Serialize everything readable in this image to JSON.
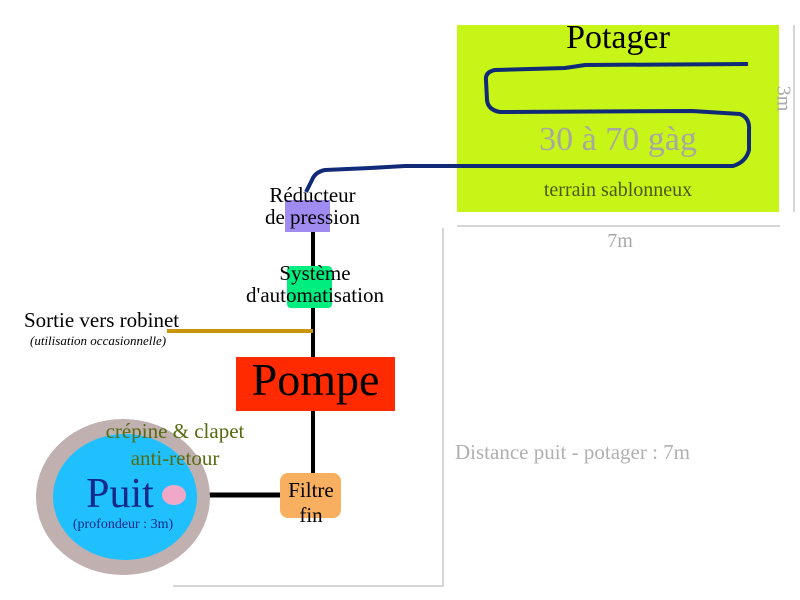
{
  "garden": {
    "title": "Potager",
    "flow": "30 à 70 gàg",
    "soil": "terrain sablonneux",
    "width": "7m",
    "height": "3m"
  },
  "reducer": {
    "line1": "Réducteur",
    "line2": "de pression"
  },
  "automation": {
    "line1": "Système",
    "line2": "d'automatisation"
  },
  "tap": {
    "label": "Sortie vers robinet",
    "note": "(utilisation occasionnelle)"
  },
  "pump": {
    "label": "Pompe"
  },
  "strainer": {
    "line1": "crépine & clapet",
    "line2": "anti-retour"
  },
  "well": {
    "label": "Puit",
    "depth": "(profondeur : 3m)"
  },
  "filter": {
    "line1": "Filtre",
    "line2": "fin"
  },
  "distance": "Distance puit - potager : 7m",
  "colors": {
    "garden": "#c8f518",
    "hose": "#102a78",
    "reducer": "#a08cf0",
    "automation": "#00ee80",
    "pump": "#ff2a00",
    "filter": "#f8b060",
    "well_water": "#20c0ff",
    "well_ring": "#c0b0b0",
    "strainer": "#f0a8c8",
    "tap_pipe": "#c8960a"
  }
}
